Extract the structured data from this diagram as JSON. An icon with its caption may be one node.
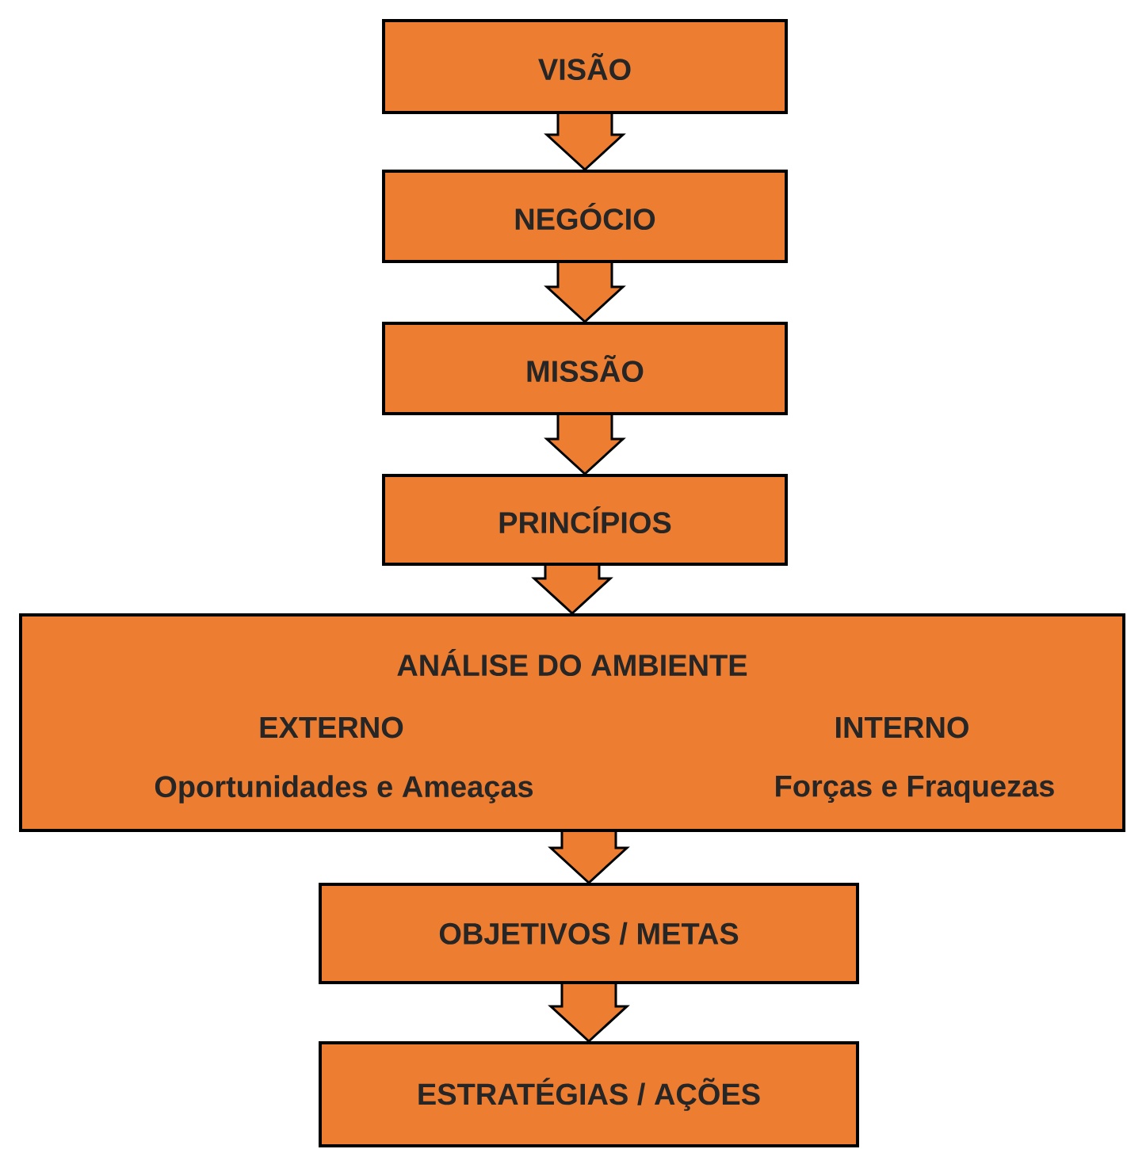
{
  "diagram": {
    "nodes": [
      {
        "text": [
          "VISÃO"
        ]
      },
      {
        "text": [
          "NEGÓCIO"
        ]
      },
      {
        "text": [
          "MISSÃO"
        ]
      },
      {
        "text": [
          "PRINCÍPIOS"
        ]
      },
      {
        "text": [
          "ANÁLISE DO AMBIENTE",
          "EXTERNO",
          "Oportunidades e Ameaças",
          "INTERNO",
          "Forças e Fraquezas"
        ]
      },
      {
        "text": [
          "OBJETIVOS / METAS"
        ]
      },
      {
        "text": [
          "ESTRATÉGIAS / AÇÕES"
        ]
      }
    ],
    "edges": [
      {
        "from": 0,
        "to": 1,
        "arrow": "to"
      },
      {
        "from": 1,
        "to": 2,
        "arrow": "to"
      },
      {
        "from": 2,
        "to": 3,
        "arrow": "to"
      },
      {
        "from": 3,
        "to": 4,
        "arrow": "to"
      },
      {
        "from": 4,
        "to": 5,
        "arrow": "to"
      },
      {
        "from": 5,
        "to": 6,
        "arrow": "to"
      }
    ]
  }
}
